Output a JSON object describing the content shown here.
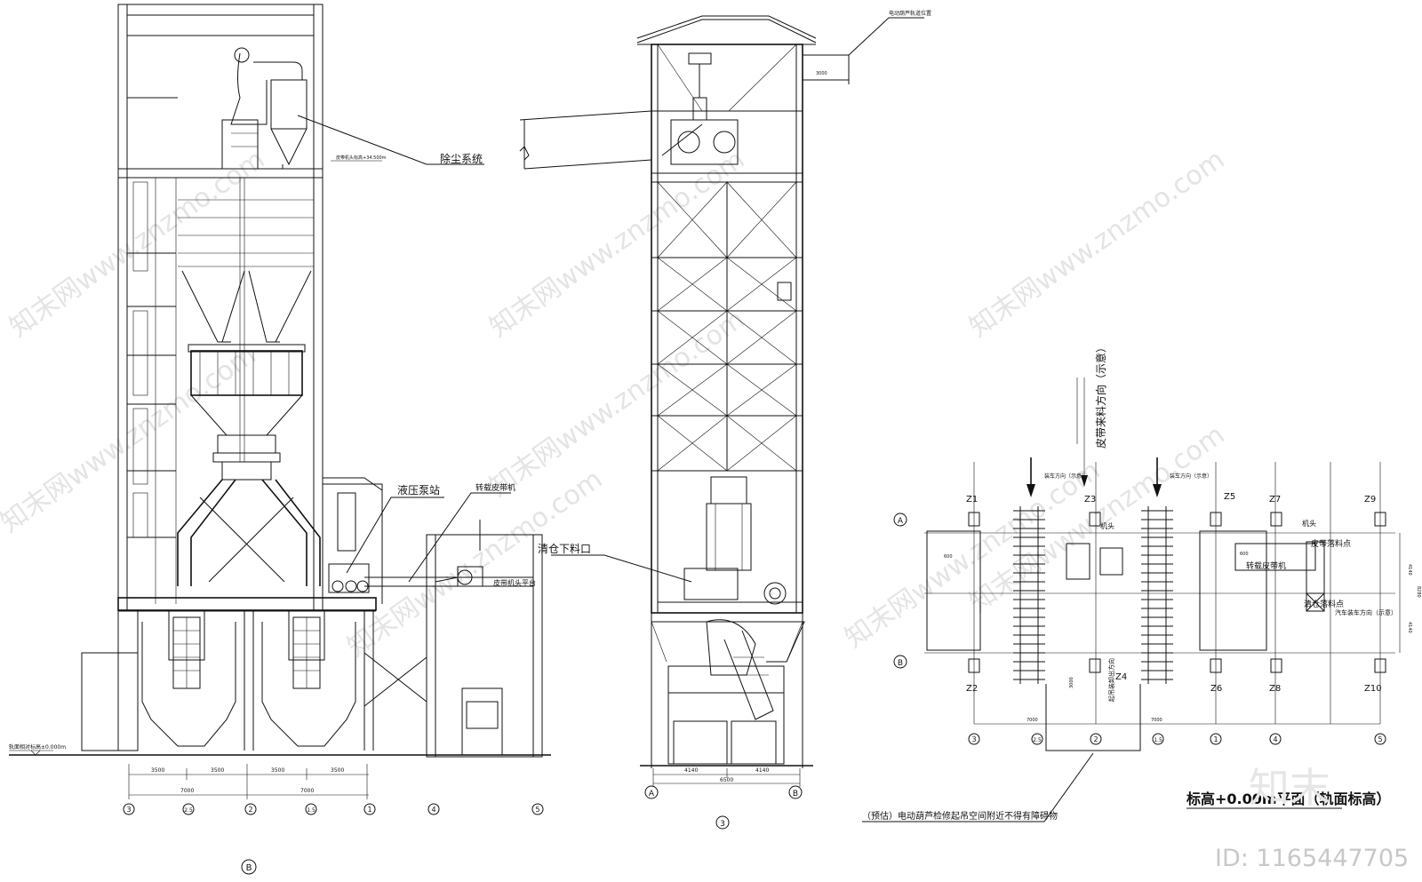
{
  "labels": {
    "dust": "除尘系统",
    "belt_head_elev": "皮带机头标高+34.500m",
    "hydraulic": "液压泵站",
    "transfer_belt": "转载皮带机",
    "belt_head_platform": "皮带机头平台",
    "clean_out": "清仓下料口",
    "hoist_pos": "电动葫芦轨道位置",
    "rail_elev": "轨面相对标高±0.000m",
    "belt_direction": "皮带来料方向（示意）",
    "loading_dir1": "装车方向（示意）",
    "loading_dir2": "装车方向（示意）",
    "machine_head1": "机头",
    "machine_head2": "机头",
    "belt_drop": "皮带落料点",
    "transfer_belt2": "转载皮带机",
    "clean_drop": "清仓落料点",
    "truck_dir": "汽车装车方向（示意）",
    "crane_exit": "起吊装卸出方向",
    "plan_title": "标高+0.00m平面（轨面标高）",
    "note": "（预估）电动葫芦检修起吊空间附近不得有障碍物",
    "brand": "知末",
    "id": "ID: 1165447705"
  },
  "dims": {
    "d3500a": "3500",
    "d3500b": "3500",
    "d3500c": "3500",
    "d3500d": "3500",
    "d7000a": "7000",
    "d7000b": "7000",
    "d4140a": "4140",
    "d4140b": "4140",
    "d6500": "6500",
    "d3000": "3000",
    "p7000a": "7000",
    "p7000b": "7000",
    "p600a": "600",
    "p600b": "600",
    "p4140a": "4140",
    "p4140b": "4140",
    "p8280": "8280",
    "p3000": "3000"
  },
  "axes_left": [
    "3",
    "2.5",
    "2",
    "1.5",
    "1",
    "4",
    "5"
  ],
  "axis_b_left": "B",
  "axes_mid": [
    "A",
    "3",
    "B"
  ],
  "axes_plan": [
    "3",
    "2.5",
    "2",
    "1.5",
    "1",
    "4",
    "5"
  ],
  "rows_plan": [
    "A",
    "B"
  ],
  "columns": {
    "z1": "Z1",
    "z2": "Z2",
    "z3": "Z3",
    "z4": "Z4",
    "z5": "Z5",
    "z6": "Z6",
    "z7": "Z7",
    "z8": "Z8",
    "z9": "Z9",
    "z10": "Z10"
  },
  "watermark": "知末网www.znzmo.com"
}
